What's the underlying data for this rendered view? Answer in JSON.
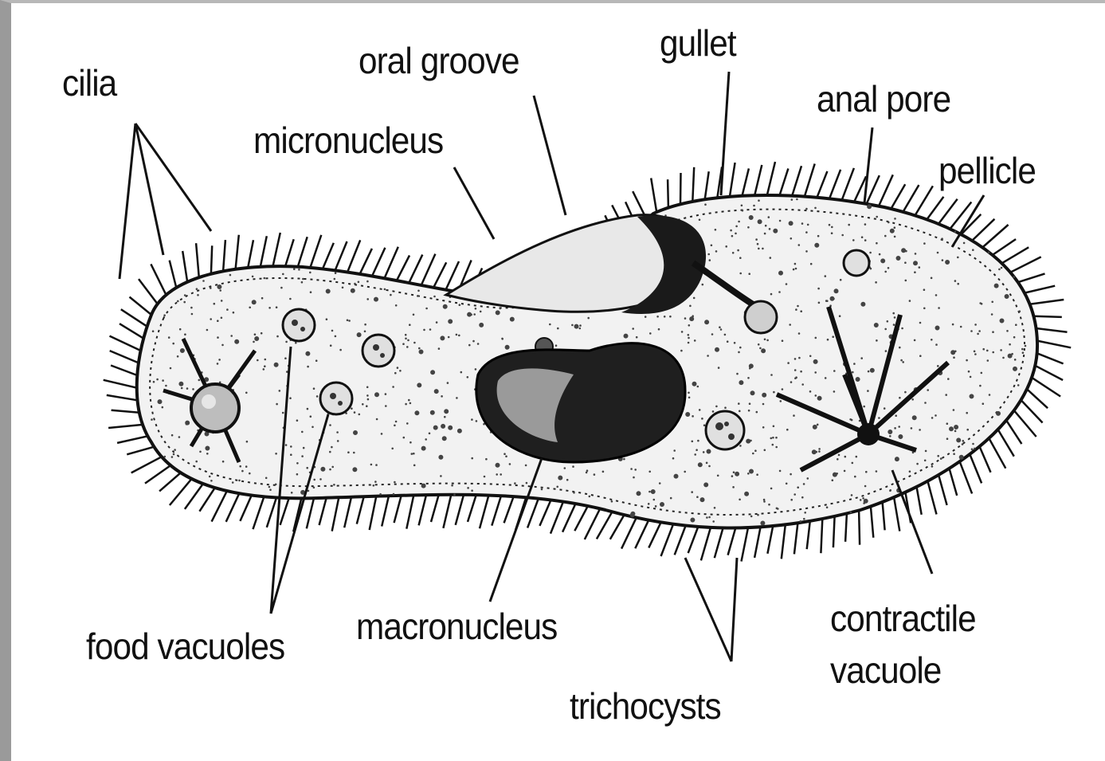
{
  "diagram": {
    "labels": {
      "cilia": "cilia",
      "oral_groove": "oral groove",
      "gullet": "gullet",
      "anal_pore": "anal pore",
      "micronucleus": "micronucleus",
      "pellicle": "pellicle",
      "food_vacuoles": "food vacuoles",
      "macronucleus": "macronucleus",
      "trichocysts": "trichocysts",
      "contractile_line1": "contractile",
      "contractile_line2": "vacuole"
    }
  }
}
